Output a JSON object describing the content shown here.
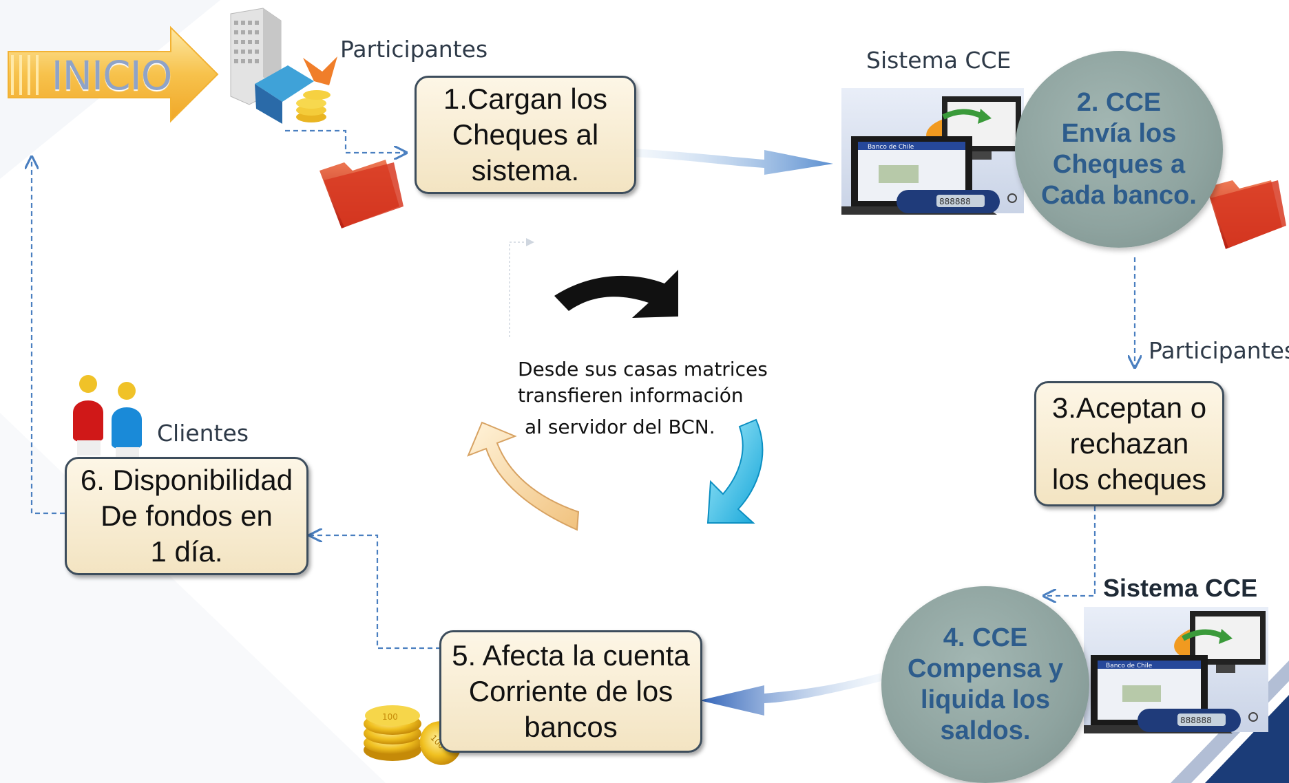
{
  "start": {
    "label": "INICIO"
  },
  "labels": {
    "participantes_top": "Participantes",
    "sistema_cce_top": "Sistema CCE",
    "participantes_right": "Participantes",
    "clientes": "Clientes",
    "sistema_cce_bottom": "Sistema CCE"
  },
  "steps": {
    "step1": "1.Cargan los\nCheques al\n   sistema.",
    "step2": "2. CCE\nEnvía los\nCheques a\nCada banco.",
    "step3": "3.Aceptan o\nrechazan\nlos cheques",
    "step4": "4. CCE\nCompensa y\nliquida los\nsaldos.",
    "step5": "5. Afecta la cuenta\nCorriente de los\nbancos",
    "step6": "6. Disponibilidad\nDe fondos en\n1 día."
  },
  "center": {
    "line1": "Desde sus casas matrices",
    "line2": "transfieren información",
    "line3": "al servidor del BCN."
  },
  "screen_brand": "Banco de Chile",
  "token_code": "888888",
  "coin_value": "100",
  "colors": {
    "box_fill": "#f6ead0",
    "box_border": "#3d4d5c",
    "circle_fill": "#8ea39f",
    "circle_text": "#2d5c8c",
    "connector": "#4a7fc0",
    "inicio_arrow": "#f6c24a"
  }
}
